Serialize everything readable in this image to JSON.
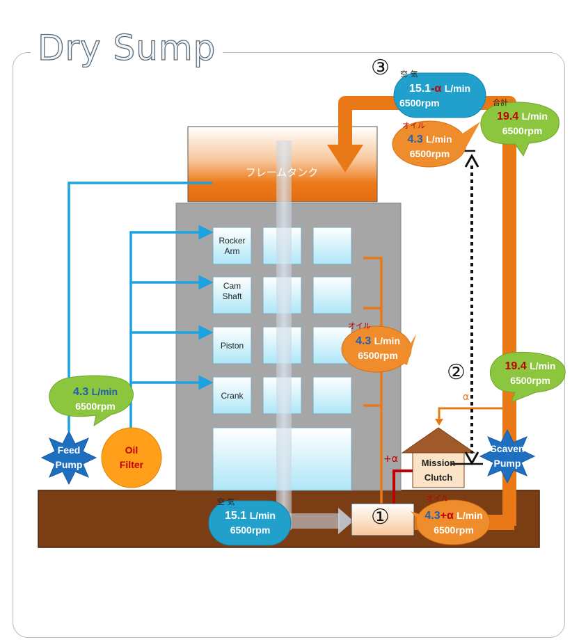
{
  "title": "Dry Sump",
  "tank_label": "フレームタンク",
  "windows": [
    {
      "label": "Rocker\nArm"
    },
    {
      "label": "Cam\nShaft"
    },
    {
      "label": "Piston"
    },
    {
      "label": "Crank"
    }
  ],
  "feed_pump": "Feed\nPump",
  "oil_filter": "Oil\nFilter",
  "scaven_pump": "Scaven\nPump",
  "mission_clutch": "Mission\nClutch",
  "markers": {
    "one": "①",
    "two": "②",
    "three": "③"
  },
  "alpha": "α",
  "plus_alpha": "+α",
  "bubbles": {
    "feed": {
      "value": "4.3",
      "unit": "L/min",
      "rpm": "6500rpm"
    },
    "mid_oil": {
      "tag": "オイル",
      "value": "4.3",
      "unit": "L/min",
      "rpm": "6500rpm"
    },
    "bottom_air": {
      "tag": "空 気",
      "value": "15.1",
      "unit": "L/min",
      "rpm": "6500rpm"
    },
    "bottom_oil": {
      "tag": "オイル",
      "value": "4.3",
      "value_suffix": "+α",
      "unit": "L/min",
      "rpm": "6500rpm"
    },
    "top_air": {
      "tag": "空 気",
      "value": "15.1",
      "value_suffix": "-α",
      "unit": "L/min",
      "rpm": "6500rpm"
    },
    "top_oil": {
      "tag": "オイル",
      "value": "4.3",
      "unit": "L/min",
      "rpm": "6500rpm"
    },
    "top_total": {
      "tag": "合計",
      "value": "19.4",
      "unit": "L/min",
      "rpm": "6500rpm"
    },
    "right_total": {
      "value": "19.4",
      "unit": "L/min",
      "rpm": "6500rpm"
    }
  },
  "colors": {
    "orange": "#e97817",
    "blue_arrow": "#1aa3e0",
    "green_bubble": "#8cc63f",
    "blue_bubble": "#22a0cc",
    "orange_bubble": "#ef8d2c",
    "ground": "#7a3d14",
    "building": "#a8a8a8",
    "red": "#c00000"
  }
}
